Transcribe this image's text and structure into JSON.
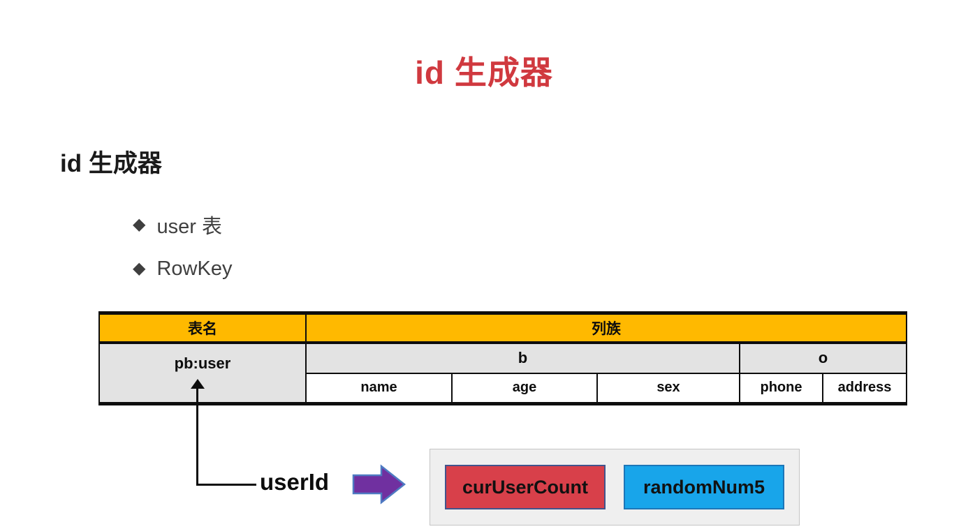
{
  "slide": {
    "title": "id 生成器",
    "heading": "id 生成器",
    "bullets": [
      {
        "icon": "diamond",
        "label": "user 表"
      },
      {
        "icon": "diamond",
        "label": "RowKey"
      }
    ]
  },
  "schema_table": {
    "header": {
      "table_name": "表名",
      "column_family": "列族"
    },
    "row_key": "pb:user",
    "families": [
      {
        "name": "b",
        "columns": [
          "name",
          "age",
          "sex"
        ]
      },
      {
        "name": "o",
        "columns": [
          "phone",
          "address"
        ]
      }
    ]
  },
  "generator": {
    "connector_label": "userId",
    "components": [
      {
        "label": "curUserCount",
        "color": "#D8404A"
      },
      {
        "label": "randomNum5",
        "color": "#18A5EA"
      }
    ]
  },
  "colors": {
    "title_red": "#D0393F",
    "header_orange": "#FFB900",
    "cell_gray": "#E3E3E3",
    "arrow_purple": "#7030A0",
    "arrow_outline_blue": "#4E7AC2",
    "box_bg": "#EFEFEF"
  }
}
